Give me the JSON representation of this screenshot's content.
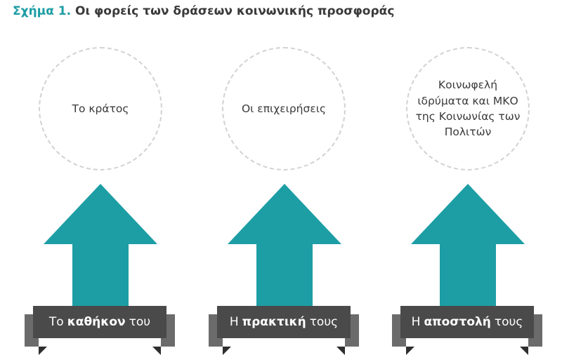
{
  "title": {
    "figure_label": "Σχήμα 1.",
    "text": "Οι φορείς των δράσεων κοινωνικής προσφοράς"
  },
  "columns": [
    {
      "circle_text": "Το κράτος",
      "label": {
        "before": "Το",
        "bold": "καθήκον",
        "after": "του"
      }
    },
    {
      "circle_text": "Οι επιχειρήσεις",
      "label": {
        "before": "Η",
        "bold": "πρακτική",
        "after": "τους"
      }
    },
    {
      "circle_text": "Κοινωφελή ιδρύματα και ΜΚΟ της Κοινωνίας των Πολιτών",
      "label": {
        "before": "Η",
        "bold": "αποστολή",
        "after": "τους"
      }
    }
  ],
  "colors": {
    "accent": "#1d9ea5",
    "ribbon": "#4a4a4a",
    "circle_border": "#d2d2d2"
  }
}
